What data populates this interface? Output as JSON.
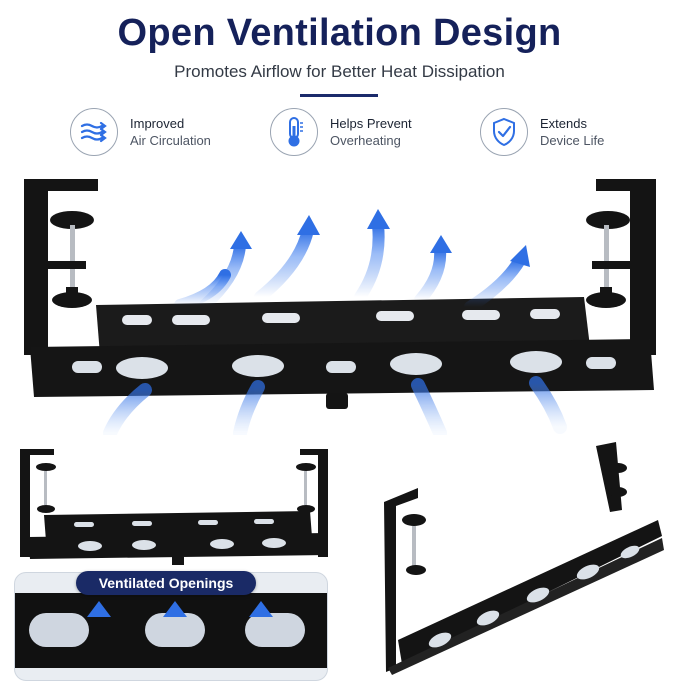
{
  "header": {
    "title": "Open Ventilation Design",
    "subtitle": "Promotes Airflow for Better Heat Dissipation"
  },
  "features": [
    {
      "icon": "airflow-icon",
      "line1": "Improved",
      "line2": "Air Circulation"
    },
    {
      "icon": "thermometer-icon",
      "line1": "Helps Prevent",
      "line2": "Overheating"
    },
    {
      "icon": "shield-check-icon",
      "line1": "Extends",
      "line2": "Device Life"
    }
  ],
  "detail": {
    "label": "Ventilated Openings"
  },
  "colors": {
    "navy": "#15215a",
    "accent_blue": "#2f6fe4",
    "tray_black": "#141414"
  }
}
